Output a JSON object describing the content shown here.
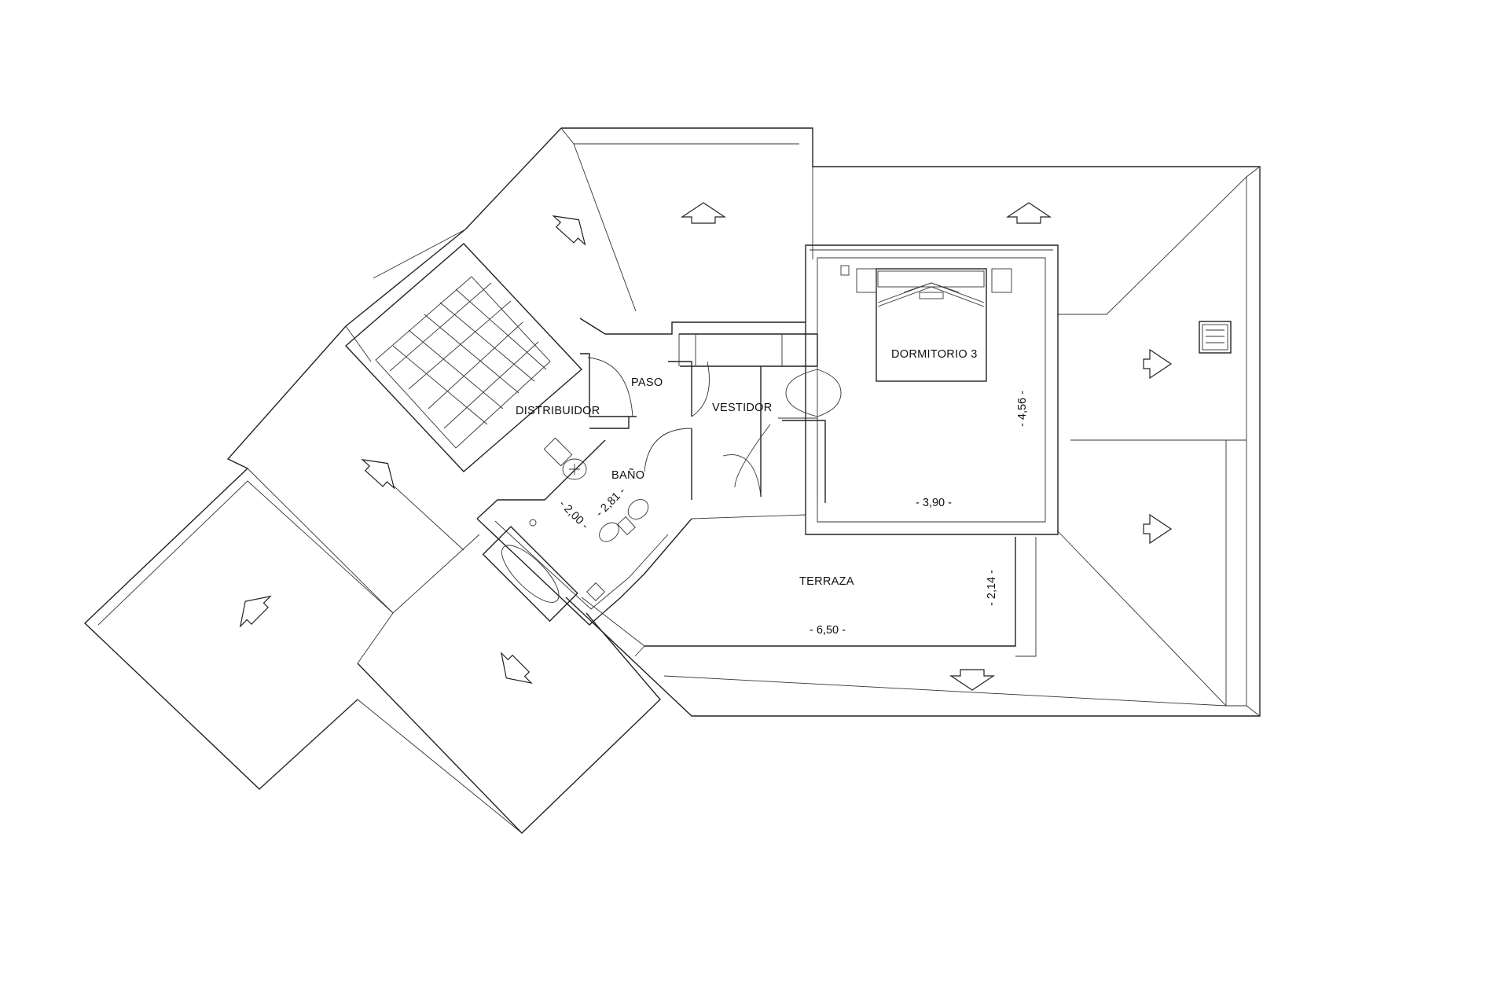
{
  "rooms": {
    "paso": "PASO",
    "distribuidor": "DISTRIBUIDOR",
    "vestidor": "VESTIDOR",
    "dormitorio": "DORMITORIO 3",
    "bano": "BAÑO",
    "terraza": "TERRAZA"
  },
  "dimensions": {
    "dormitorio_height": "- 4,56 -",
    "dormitorio_width": "- 3,90 -",
    "bano_length": "- 2,00 -",
    "bano_width": "- 2,81 -",
    "terraza_depth": "- 2,14 -",
    "terraza_width": "- 6,50 -"
  },
  "colors": {
    "line": "#222222",
    "background": "#ffffff"
  },
  "icons": [
    "roof-slope-arrow-icon",
    "bed-icon",
    "bathtub-icon",
    "toilet-icon",
    "sink-icon",
    "skylight-icon"
  ]
}
